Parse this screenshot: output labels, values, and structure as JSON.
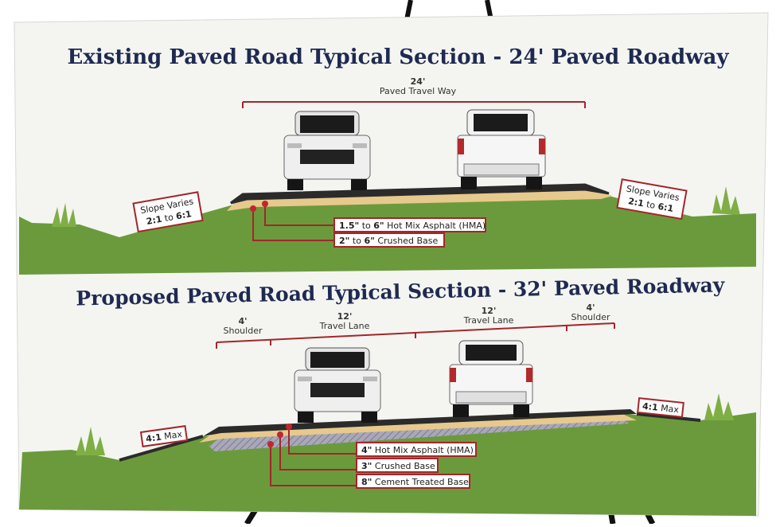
{
  "existing": {
    "title": "Existing Paved Road Typical Section - 24' Paved Roadway",
    "width_value": "24'",
    "width_label": "Paved Travel Way",
    "slope_left": {
      "line1": "Slope Varies",
      "val_a": "2:1",
      "to": "to",
      "val_b": "6:1"
    },
    "slope_right": {
      "line1": "Slope Varies",
      "val_a": "2:1",
      "to": "to",
      "val_b": "6:1"
    },
    "layers": [
      {
        "range_a": "1.5\"",
        "to": "to",
        "range_b": "6\"",
        "desc": "Hot Mix Asphalt (HMA)"
      },
      {
        "range_a": "2\"",
        "to": "to",
        "range_b": "6\"",
        "desc": "Crushed Base"
      }
    ]
  },
  "proposed": {
    "title": "Proposed Paved Road Typical Section - 32' Paved Roadway",
    "segments": [
      {
        "value": "4'",
        "label": "Shoulder"
      },
      {
        "value": "12'",
        "label": "Travel Lane"
      },
      {
        "value": "12'",
        "label": "Travel Lane"
      },
      {
        "value": "4'",
        "label": "Shoulder"
      }
    ],
    "slope_left": {
      "val": "4:1",
      "suffix": "Max"
    },
    "slope_right": {
      "val": "4:1",
      "suffix": "Max"
    },
    "layers": [
      {
        "thickness": "4\"",
        "desc": "Hot Mix Asphalt (HMA)"
      },
      {
        "thickness": "3\"",
        "desc": "Crushed Base"
      },
      {
        "thickness": "8\"",
        "desc": "Cement Treated Base"
      }
    ]
  },
  "colors": {
    "title": "#1f2a52",
    "accent_red": "#a3262a",
    "grass": "#6b9a3c",
    "asphalt": "#2b2b2b",
    "base": "#e7c98d",
    "treated_base": "#9a98ab",
    "board": "#f4f5f1"
  }
}
